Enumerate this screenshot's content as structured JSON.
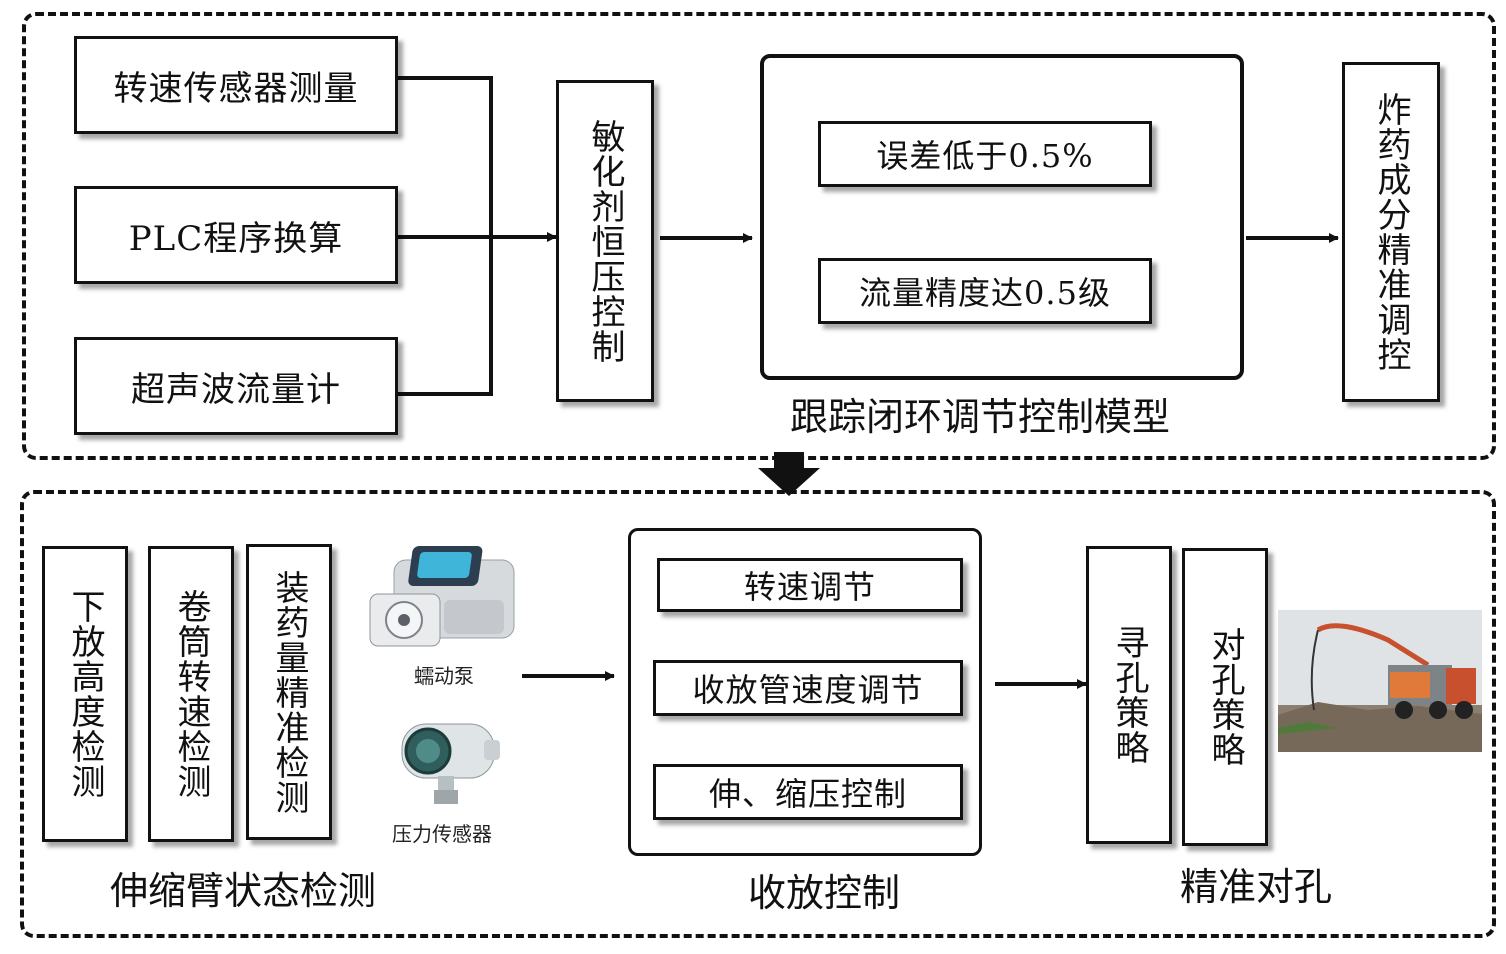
{
  "top": {
    "inputs": [
      "转速传感器测量",
      "PLC程序换算",
      "超声波流量计"
    ],
    "pressure_control": "敏化剂恒压控制",
    "model": {
      "items": [
        "误差低于0.5%",
        "流量精度达0.5级"
      ],
      "caption": "跟踪闭环调节控制模型"
    },
    "output": "炸药成分精准调控"
  },
  "bottom": {
    "detection": {
      "items": [
        "下放高度检测",
        "卷筒转速检测",
        "装药量精准检测"
      ],
      "caption": "伸缩臂状态检测",
      "device_labels": [
        "蠕动泵",
        "压力传感器"
      ]
    },
    "retraction": {
      "items": [
        "转速调节",
        "收放管速度调节",
        "伸、缩压控制"
      ],
      "caption": "收放控制"
    },
    "alignment": {
      "items": [
        "寻孔策略",
        "对孔策略"
      ],
      "caption": "精准对孔"
    }
  },
  "colors": {
    "line": "#111111",
    "pump": "#c9ccd0",
    "sensor": "#2f5e5c",
    "sky": "#dfe3e5",
    "truck": "#c8502f"
  }
}
